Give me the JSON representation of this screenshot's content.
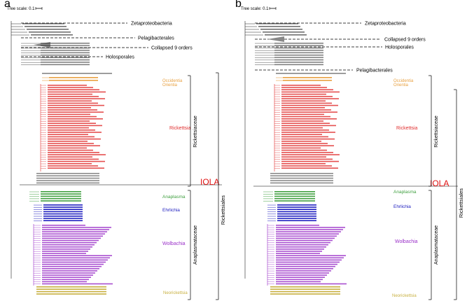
{
  "panels": [
    {
      "letter": "a",
      "tree_scale_label": "Tree scale: 0.1",
      "top_labels": [
        "Zetaproteobacteria",
        "Pelagibacterales",
        "Collapsed 9 orders",
        "Holosporales"
      ],
      "clade_labels": [
        {
          "text": "Occidentia",
          "color": "#e8a040"
        },
        {
          "text": "Orientia",
          "color": "#e8a040"
        },
        {
          "text": "Rickettsia",
          "color": "#e03030"
        },
        {
          "text": "IOLA",
          "color": "#e01010"
        },
        {
          "text": "Anaplasma",
          "color": "#40a040"
        },
        {
          "text": "Ehrlichia",
          "color": "#2020c0"
        },
        {
          "text": "Wolbachia",
          "color": "#9a30c8"
        },
        {
          "text": "Neorickettsia",
          "color": "#c8b040"
        }
      ],
      "bracket_labels": [
        "Rickettsiaceae",
        "Anaplasmataceae",
        "Rickettsiales"
      ]
    },
    {
      "letter": "b",
      "tree_scale_label": "Tree scale: 0.1",
      "top_labels": [
        "Zetaproteobacteria",
        "Collapsed 9 orders",
        "Holosporales",
        "Pelagibacterales"
      ],
      "clade_labels": [
        {
          "text": "Occidentia",
          "color": "#e8a040"
        },
        {
          "text": "Orientia",
          "color": "#e8a040"
        },
        {
          "text": "Rickettsia",
          "color": "#e03030"
        },
        {
          "text": "IOLA",
          "color": "#e01010"
        },
        {
          "text": "Anaplasma",
          "color": "#40a040"
        },
        {
          "text": "Ehrlichia",
          "color": "#2020c0"
        },
        {
          "text": "Wolbachia",
          "color": "#9a30c8"
        },
        {
          "text": "Neorickettsia",
          "color": "#c8b040"
        }
      ],
      "bracket_labels": [
        "Rickettsiaceae",
        "Anaplasmataceae",
        "Rickettsiales"
      ]
    }
  ],
  "colors": {
    "occidentia": "#e8a040",
    "rickettsia": "#e03030",
    "iola": "#e01010",
    "anaplasma": "#40a040",
    "ehrlichia": "#2020c0",
    "wolbachia": "#9a30c8",
    "neorickettsia": "#c8b040",
    "branch": "#222222",
    "gray_clade": "#888888"
  }
}
